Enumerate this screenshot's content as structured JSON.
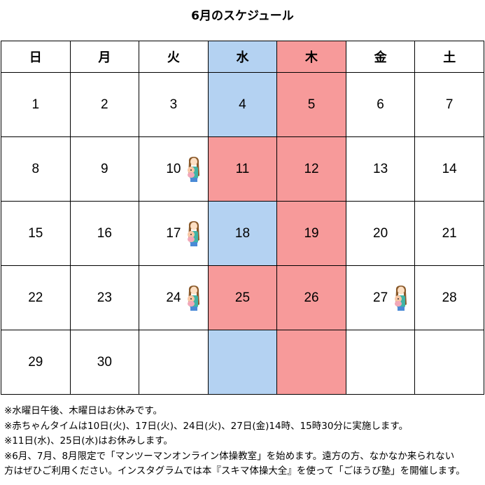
{
  "title": "6月のスケジュール",
  "weekdays": [
    "日",
    "月",
    "火",
    "水",
    "木",
    "金",
    "土"
  ],
  "colors": {
    "wednesday": "#b4d2f2",
    "thursday": "#f79a9a"
  },
  "weeks": [
    [
      "1",
      "2",
      "3",
      "4",
      "5",
      "6",
      "7"
    ],
    [
      "8",
      "9",
      "10",
      "11",
      "12",
      "13",
      "14"
    ],
    [
      "15",
      "16",
      "17",
      "18",
      "19",
      "20",
      "21"
    ],
    [
      "22",
      "23",
      "24",
      "25",
      "26",
      "27",
      "28"
    ],
    [
      "29",
      "30",
      "",
      "",
      "",
      "",
      ""
    ]
  ],
  "baby_time_icon": "mother-and-baby-icon",
  "notes": [
    "※水曜日午後、木曜日はお休みです。",
    "※赤ちゃんタイムは10日(火)、17日(火)、24日(火)、27日(金)14時、15時30分に実施します。",
    "※11日(水)、25日(水)はお休みします。",
    "※6月、7月、8月限定で「マンツーマンオンライン体操教室」を始めます。遠方の方、なかなか来られない",
    "方はぜひご利用ください。インスタグラムでは本『スキマ体操大全』を使って「ごほうび塾」を開催します。"
  ]
}
